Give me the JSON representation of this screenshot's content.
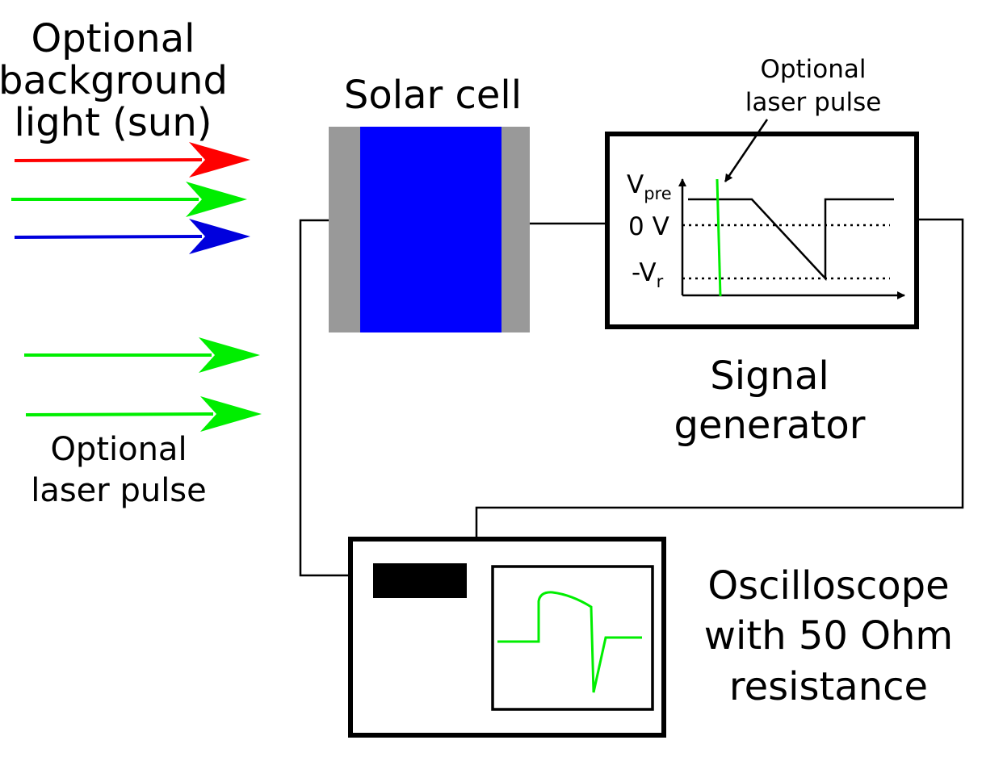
{
  "colors": {
    "red": "#ff0000",
    "green": "#00ee00",
    "blue": "#0000dd",
    "cell_blue": "#0000ff",
    "contact_gray": "#999999",
    "wire": "#000000"
  },
  "background_light": {
    "label_lines": [
      "Optional",
      "background",
      "light (sun)"
    ]
  },
  "laser_input": {
    "label_lines": [
      "Optional",
      "laser pulse"
    ]
  },
  "solar_cell": {
    "title": "Solar cell"
  },
  "signal_generator": {
    "title_lines": [
      "Signal",
      "generator"
    ],
    "annotation_lines": [
      "Optional",
      "laser pulse"
    ],
    "axis_labels": {
      "vpre_main": "V",
      "vpre_sub": "pre",
      "zero": "0 V",
      "vr_main": "-V",
      "vr_sub": "r"
    }
  },
  "oscilloscope": {
    "title_lines": [
      "Oscilloscope",
      "with 50 Ohm",
      "resistance"
    ]
  }
}
